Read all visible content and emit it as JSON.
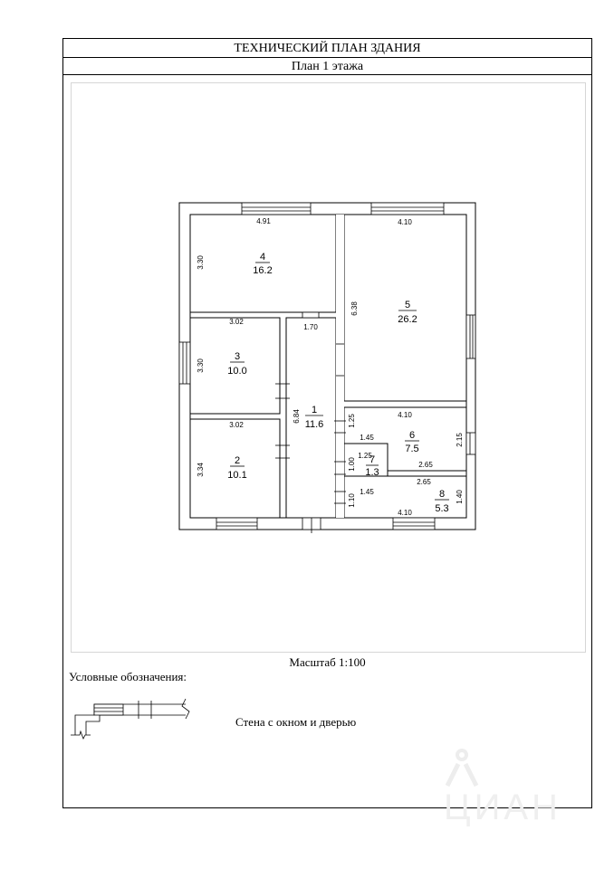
{
  "header": {
    "title": "ТЕХНИЧЕСКИЙ ПЛАН ЗДАНИЯ",
    "subtitle": "План 1 этажа"
  },
  "plan": {
    "rooms": [
      {
        "number": "1",
        "area": "11.6",
        "dims": [
          "6.84",
          "1.70"
        ]
      },
      {
        "number": "2",
        "area": "10.1",
        "dims": [
          "3.02",
          "3.34"
        ]
      },
      {
        "number": "3",
        "area": "10.0",
        "dims": [
          "3.02",
          "3.30"
        ]
      },
      {
        "number": "4",
        "area": "16.2",
        "dims": [
          "4.91",
          "3.30"
        ]
      },
      {
        "number": "5",
        "area": "26.2",
        "dims": [
          "4.10",
          "6.38"
        ]
      },
      {
        "number": "6",
        "area": "7.5",
        "dims": [
          "4.10",
          "1.25",
          "1.45",
          "2.15",
          "2.65"
        ]
      },
      {
        "number": "7",
        "area": "1.3",
        "dims": [
          "1.25",
          "1.00"
        ]
      },
      {
        "number": "8",
        "area": "5.3",
        "dims": [
          "2.65",
          "1.45",
          "1.40",
          "1.10",
          "4.10"
        ]
      }
    ]
  },
  "footer": {
    "scale": "Масштаб 1:100",
    "legend_title": "Условные обозначения:",
    "legend_item": "Стена с окном и дверью",
    "watermark": "ЦИАН"
  }
}
